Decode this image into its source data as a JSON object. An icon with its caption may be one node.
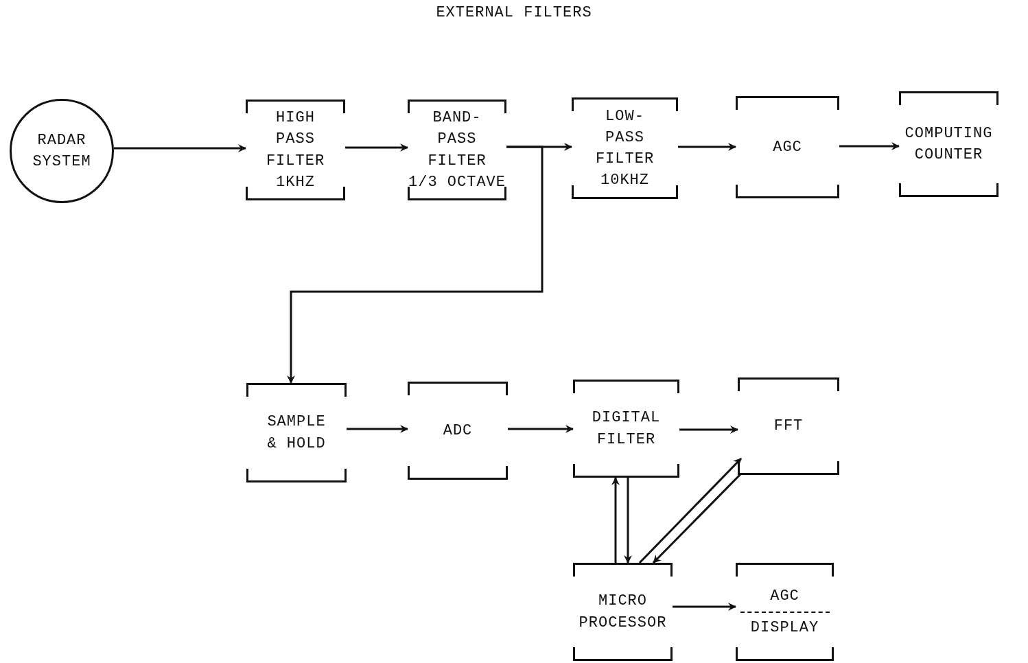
{
  "diagram": {
    "title": "EXTERNAL FILTERS",
    "nodes": [
      {
        "text": [
          "RADAR SYSTEM"
        ]
      },
      {
        "text": [
          "HIGH PASS FILTER 1KHZ"
        ]
      },
      {
        "text": [
          "BAND-PASS FILTER",
          "1/3 OCTAVE"
        ]
      },
      {
        "text": [
          "LOW-PASS FILTER",
          "10KHZ"
        ]
      },
      {
        "text": [
          "AGC"
        ]
      },
      {
        "text": [
          "COMPUTING COUNTER"
        ]
      },
      {
        "text": [
          "SAMPLE & HOLD"
        ]
      },
      {
        "text": [
          "ADC"
        ]
      },
      {
        "text": [
          "DIGITAL FILTER"
        ]
      },
      {
        "text": [
          "FFT"
        ]
      },
      {
        "text": [
          "MICRO PROCESSOR"
        ]
      },
      {
        "text": [
          "AGC",
          "DISPLAY"
        ]
      }
    ],
    "edges": [
      {
        "from": 0,
        "to": 1,
        "arrow": "to"
      },
      {
        "from": 1,
        "to": 2,
        "arrow": "to"
      },
      {
        "from": 2,
        "to": 3,
        "arrow": "to"
      },
      {
        "from": 3,
        "to": 4,
        "arrow": "to"
      },
      {
        "from": 4,
        "to": 5,
        "arrow": "to"
      },
      {
        "from": 2,
        "to": 6,
        "arrow": "to"
      },
      {
        "from": 6,
        "to": 7,
        "arrow": "to"
      },
      {
        "from": 7,
        "to": 8,
        "arrow": "to"
      },
      {
        "from": 8,
        "to": 9,
        "arrow": "to"
      },
      {
        "from": 10,
        "to": 8,
        "arrow": "to"
      },
      {
        "from": 8,
        "to": 10,
        "arrow": "to"
      },
      {
        "from": 10,
        "to": 9,
        "arrow": "to"
      },
      {
        "from": 9,
        "to": 10,
        "arrow": "to"
      },
      {
        "from": 10,
        "to": 11,
        "arrow": "to"
      }
    ]
  }
}
